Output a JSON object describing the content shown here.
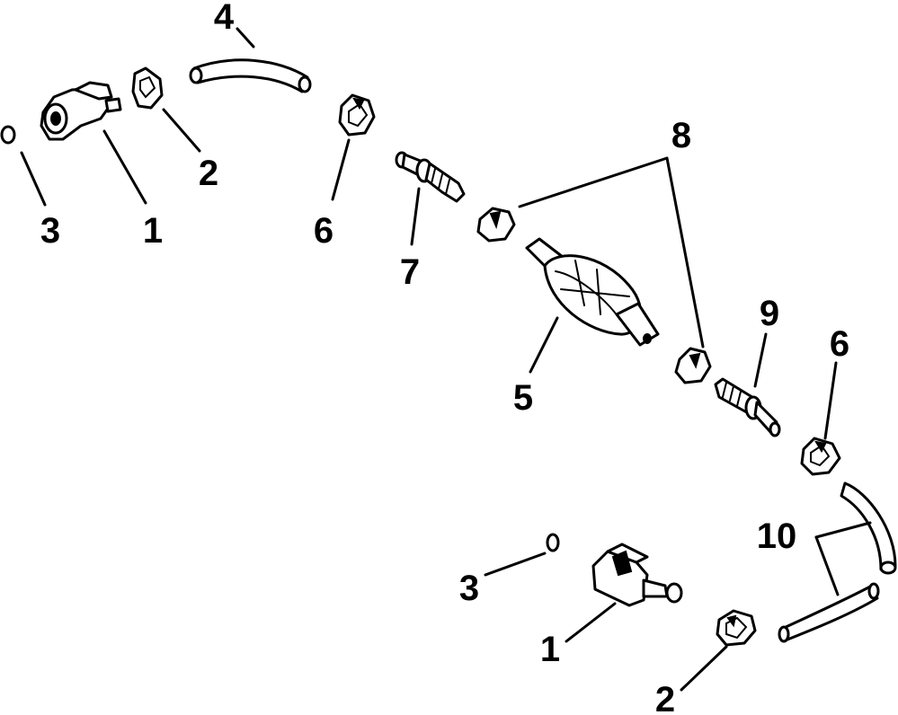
{
  "callouts": {
    "c3a": "3",
    "c1a": "1",
    "c2a": "2",
    "c4": "4",
    "c6a": "6",
    "c7": "7",
    "c8": "8",
    "c5": "5",
    "c9": "9",
    "c6b": "6",
    "c10": "10",
    "c3b": "3",
    "c1b": "1",
    "c2b": "2"
  },
  "parts": [
    "o-ring",
    "connector",
    "hose-clamp",
    "hose",
    "primer-bulb",
    "hose-fitting",
    "check-valve",
    "clip",
    "fitting"
  ]
}
